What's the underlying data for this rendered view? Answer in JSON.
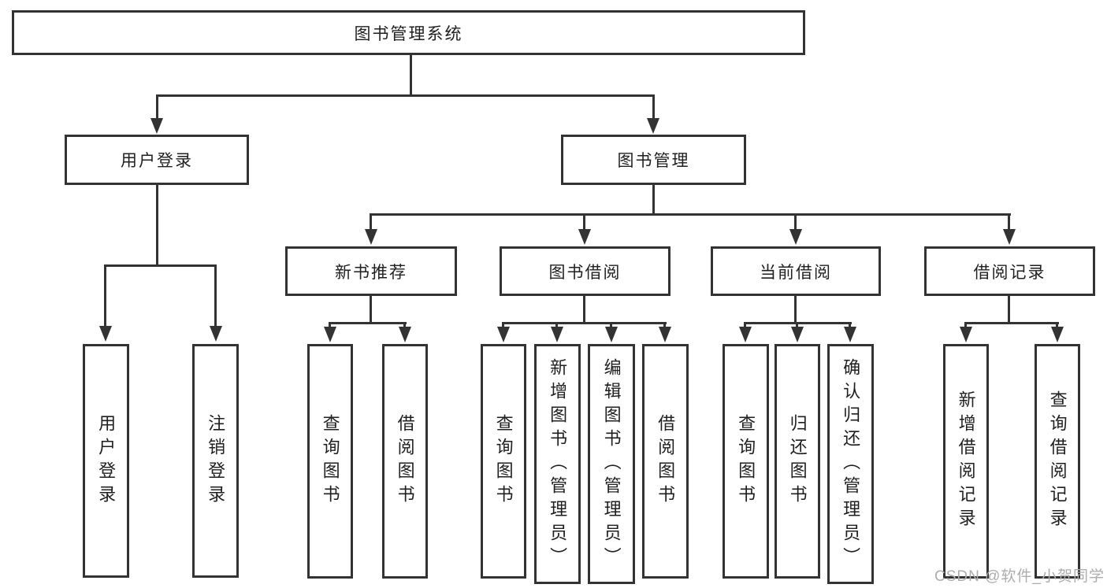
{
  "diagram": {
    "root": {
      "label": "图书管理系统",
      "children": [
        {
          "label": "用户登录",
          "children": [
            {
              "label": "用户登录"
            },
            {
              "label": "注销登录"
            }
          ]
        },
        {
          "label": "图书管理",
          "children": [
            {
              "label": "新书推荐",
              "children": [
                {
                  "label": "查询图书"
                },
                {
                  "label": "借阅图书"
                }
              ]
            },
            {
              "label": "图书借阅",
              "children": [
                {
                  "label": "查询图书"
                },
                {
                  "label": "新增图书（管理员）"
                },
                {
                  "label": "编辑图书（管理员）"
                },
                {
                  "label": "借阅图书"
                }
              ]
            },
            {
              "label": "当前借阅",
              "children": [
                {
                  "label": "查询图书"
                },
                {
                  "label": "归还图书"
                },
                {
                  "label": "确认归还（管理员）"
                }
              ]
            },
            {
              "label": "借阅记录",
              "children": [
                {
                  "label": "新增借阅记录"
                },
                {
                  "label": "查询借阅记录"
                }
              ]
            }
          ]
        }
      ]
    }
  },
  "watermark": {
    "text": "CSDN @软件_小贺同学"
  },
  "colors": {
    "line": "#333333",
    "text": "#1f1f1f",
    "watermark": "#adadad",
    "background": "#ffffff"
  }
}
